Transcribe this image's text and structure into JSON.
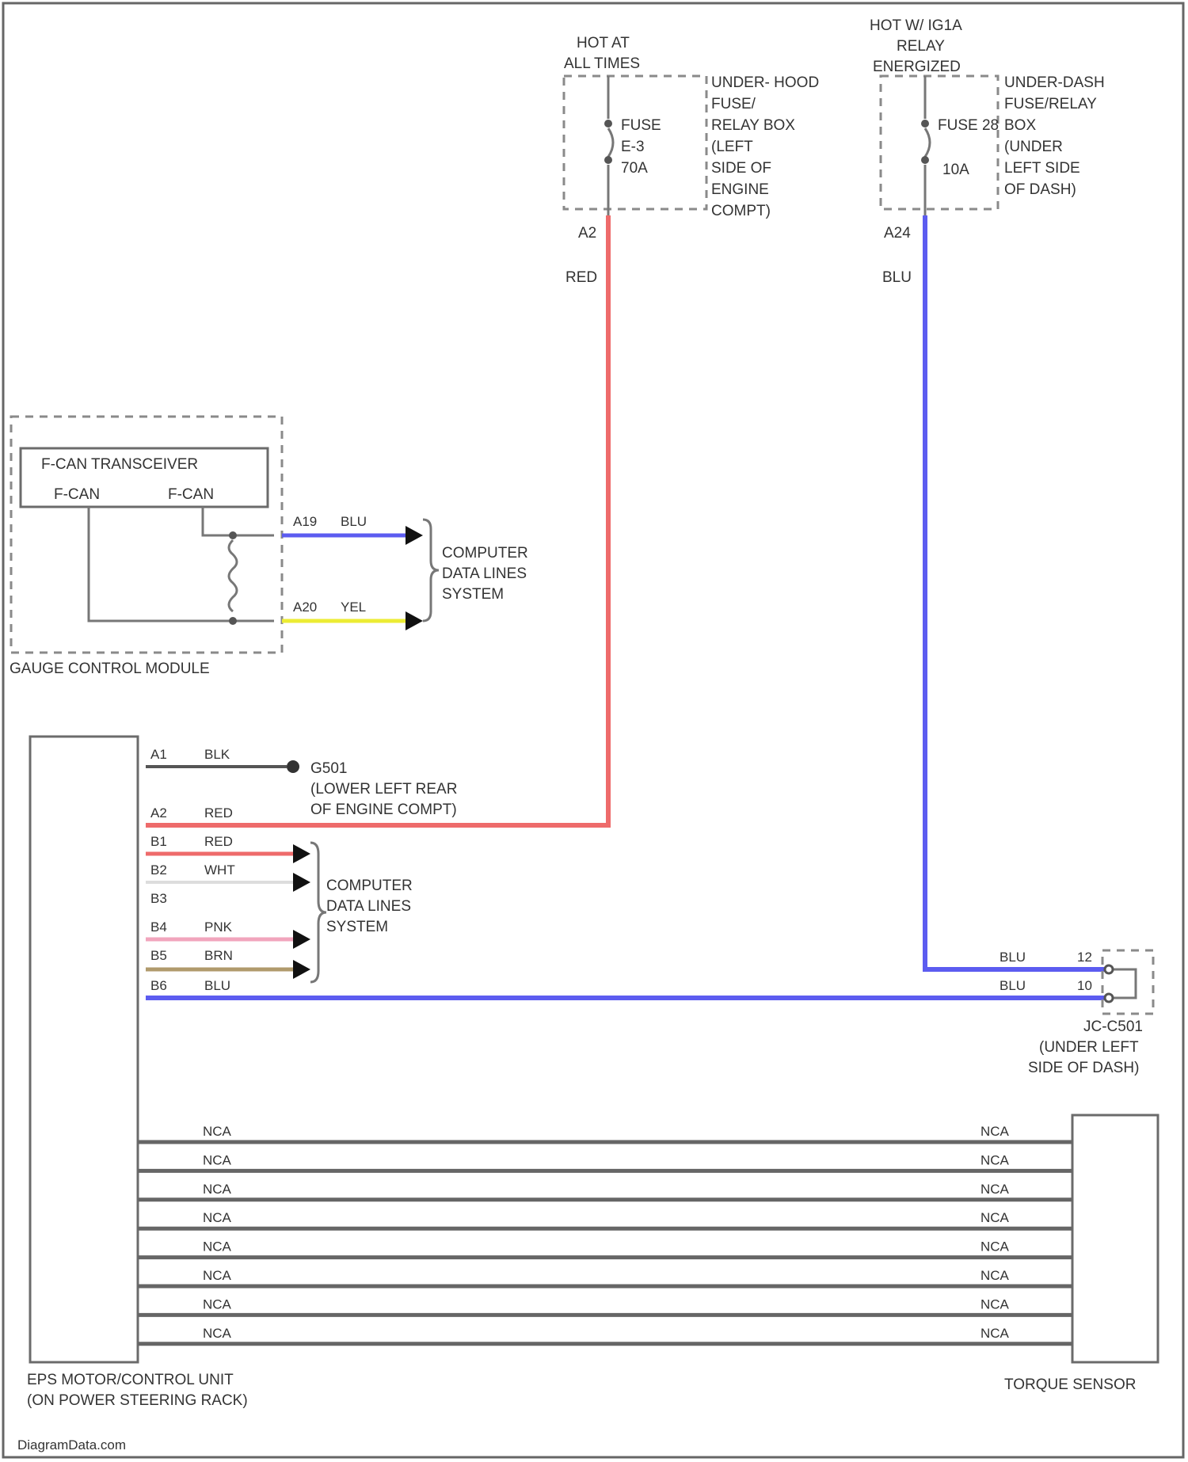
{
  "labels": {
    "hot_at_all_times": [
      "HOT AT",
      "ALL TIMES"
    ],
    "hot_relay": [
      "HOT W/ IG1A",
      "RELAY",
      "ENERGIZED"
    ],
    "fuse1": [
      "FUSE",
      "E-3",
      "70A"
    ],
    "fuse2": [
      "FUSE 28",
      "10A"
    ],
    "box1": [
      "UNDER- HOOD",
      "FUSE/",
      "RELAY BOX",
      "(LEFT",
      "SIDE OF",
      "ENGINE",
      "COMPT)"
    ],
    "box2": [
      "UNDER-DASH",
      "FUSE/RELAY",
      "BOX",
      "(UNDER",
      "LEFT SIDE",
      "OF DASH)"
    ],
    "pin_a2": "A2",
    "pin_a24": "A24",
    "wire_red": "RED",
    "wire_blu": "BLU",
    "gauge_module": "GAUGE CONTROL MODULE",
    "fcan_transceiver": "F-CAN TRANSCEIVER",
    "fcan_left": "F-CAN",
    "fcan_right": "F-CAN",
    "gauge_pins": [
      {
        "pin": "A19",
        "color": "BLU"
      },
      {
        "pin": "A20",
        "color": "YEL"
      }
    ],
    "computer_data_lines": [
      "COMPUTER",
      "DATA LINES",
      "SYSTEM"
    ],
    "eps_pins": [
      {
        "pin": "A1",
        "color": "BLK"
      },
      {
        "pin": "A2",
        "color": "RED"
      },
      {
        "pin": "B1",
        "color": "RED"
      },
      {
        "pin": "B2",
        "color": "WHT"
      },
      {
        "pin": "B3",
        "color": ""
      },
      {
        "pin": "B4",
        "color": "PNK"
      },
      {
        "pin": "B5",
        "color": "BRN"
      },
      {
        "pin": "B6",
        "color": "BLU"
      }
    ],
    "ground": [
      "G501",
      "(LOWER LEFT REAR",
      "OF ENGINE COMPT)"
    ],
    "junction_pins": [
      {
        "color": "BLU",
        "pin": "12"
      },
      {
        "color": "BLU",
        "pin": "10"
      }
    ],
    "junction_connector": [
      "JC-C501",
      "(UNDER LEFT",
      "SIDE OF DASH)"
    ],
    "nca": "NCA",
    "eps_unit": [
      "EPS MOTOR/CONTROL UNIT",
      "(ON POWER STEERING RACK)"
    ],
    "torque_sensor": "TORQUE SENSOR",
    "watermark": "DiagramData.com"
  },
  "colors": {
    "red": "#ee6b6b",
    "blu": "#5c5cf0",
    "yel": "#ecec34",
    "blk": "#555555",
    "pnk": "#f1a5bd",
    "brn": "#b09a6c",
    "wht": "#dddddd"
  },
  "nca_line_count": 8
}
